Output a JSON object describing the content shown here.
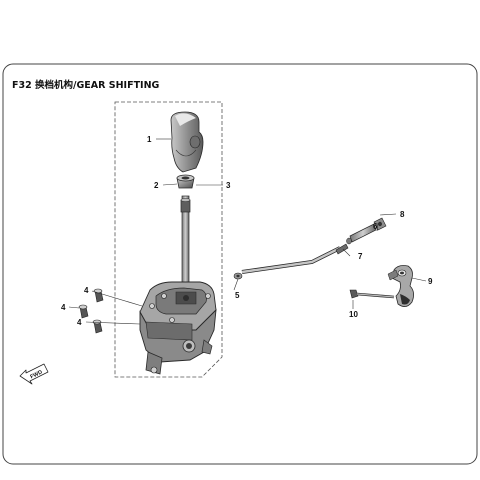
{
  "title": "F32 换档机构/GEAR SHIFTING",
  "callouts": [
    "1",
    "2",
    "3",
    "4",
    "4",
    "4",
    "5",
    "6",
    "7",
    "8",
    "9",
    "10"
  ],
  "fwd_marker": "FWD",
  "colors": {
    "line": "#2a2a2a",
    "part_fill": "#9a9a9a",
    "part_dark": "#5c5c5c",
    "frame": "#444444"
  }
}
